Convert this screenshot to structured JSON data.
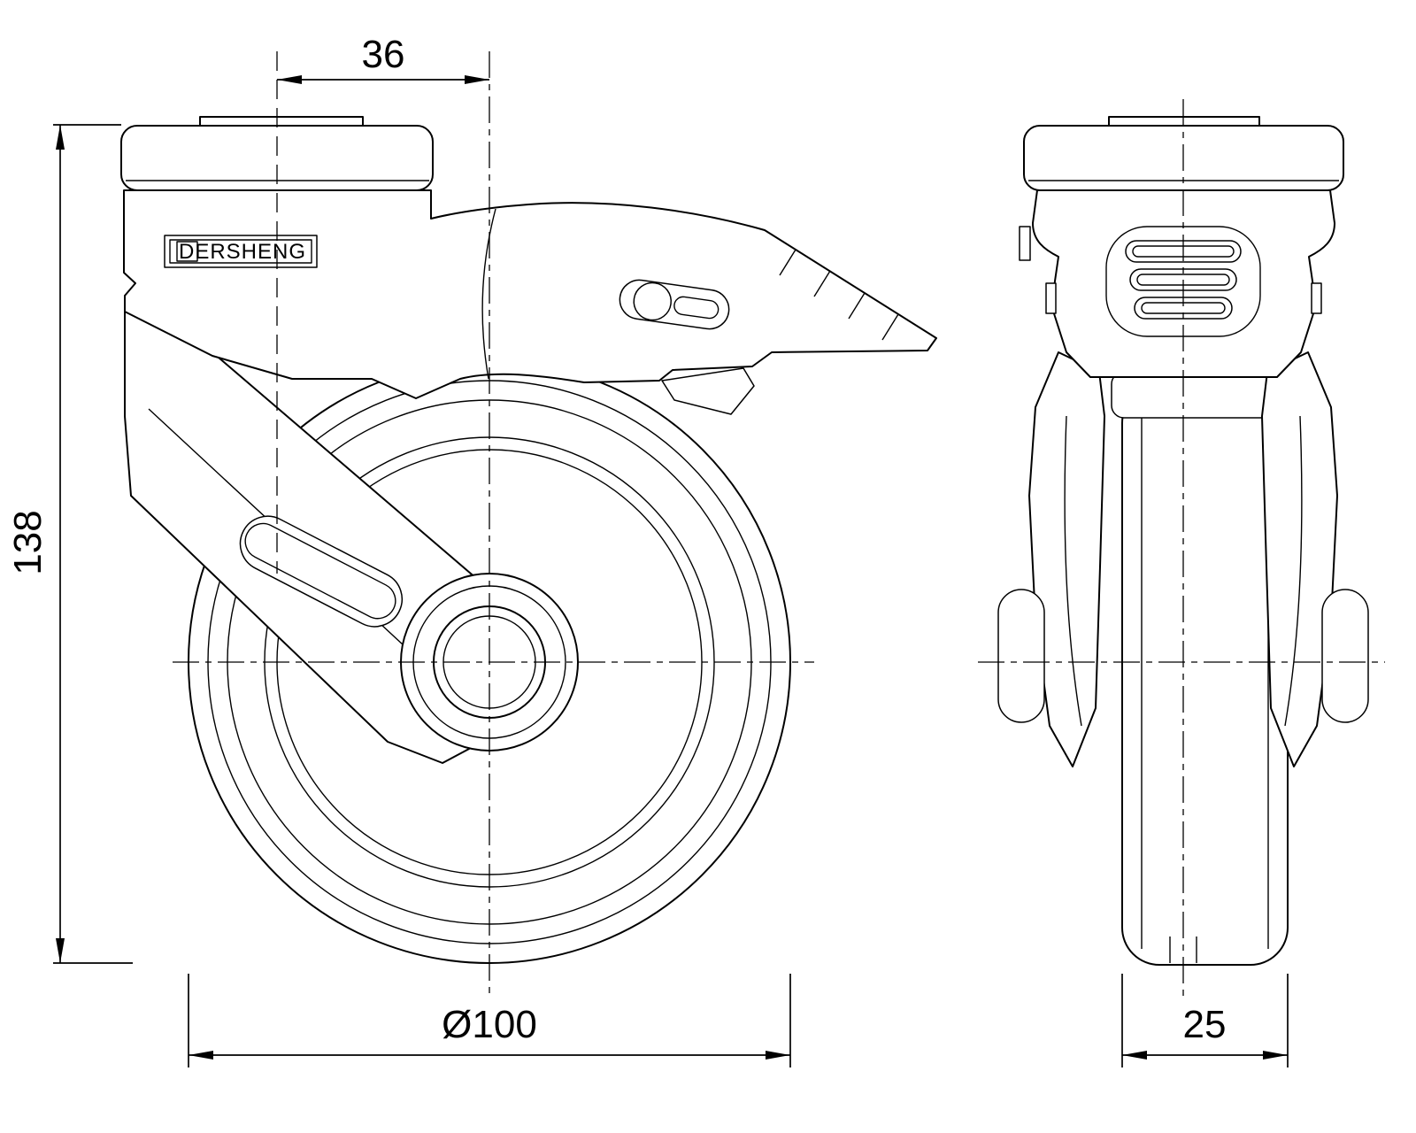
{
  "drawing": {
    "type": "caster-wheel-technical-drawing",
    "views": [
      "side-view",
      "front-view"
    ]
  },
  "brand": {
    "label": "DERSHENG"
  },
  "dimensions": {
    "swivel_offset": {
      "label": "36"
    },
    "overall_height": {
      "label": "138"
    },
    "wheel_diameter": {
      "label": "Ø100"
    },
    "wheel_width": {
      "label": "25"
    }
  },
  "colors": {
    "line": "#000000",
    "background": "#ffffff"
  }
}
